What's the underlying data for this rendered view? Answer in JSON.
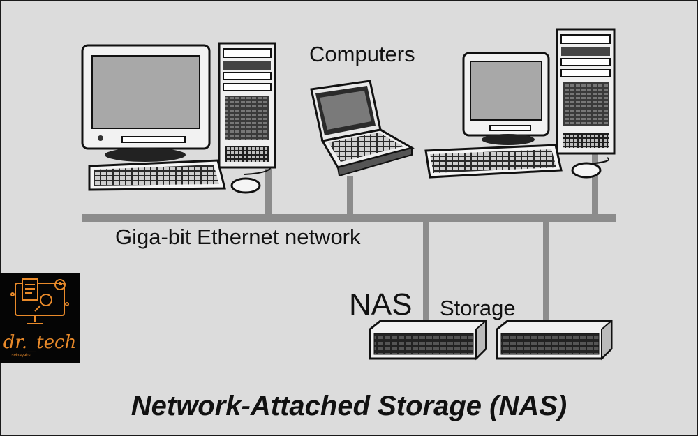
{
  "diagram": {
    "computers_label": "Computers",
    "network_label": "Giga-bit Ethernet network",
    "nas_label": "NAS",
    "storage_label": "Storage",
    "title": "Network-Attached Storage (NAS)"
  },
  "logo": {
    "text": "dr._tech",
    "subtext": "~vinayak~",
    "accent_color": "#e98a2a"
  },
  "colors": {
    "background": "#dcdcdc",
    "network_bus": "#8c8c8c",
    "screen": "#a8a8a8"
  }
}
